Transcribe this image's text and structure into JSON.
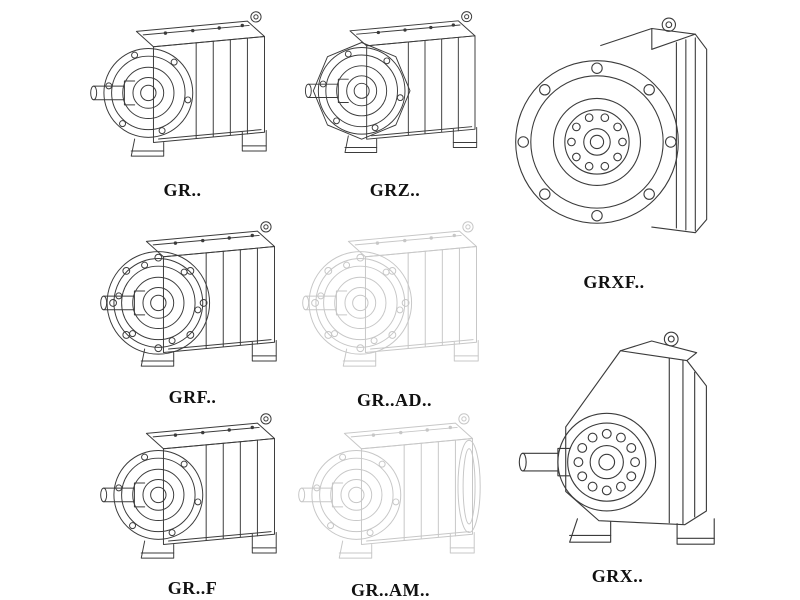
{
  "page": {
    "background": "#ffffff",
    "line_color": "#3b3b3b",
    "faint_line_color": "#c7c7c7",
    "label_color": "#111111"
  },
  "figures": {
    "gr": {
      "label": "GR..",
      "style": "solid",
      "drawing": "foot-mounted-gear-unit"
    },
    "grz": {
      "label": "GRZ..",
      "style": "solid",
      "drawing": "foot-mounted-gear-unit-octagonal-housing"
    },
    "grxf": {
      "label": "GRXF..",
      "style": "solid",
      "drawing": "flange-mounted-gear-unit-front-view"
    },
    "grf": {
      "label": "GRF..",
      "style": "solid",
      "drawing": "flange-mounted-gear-unit"
    },
    "gr_ad": {
      "label": "GR..AD..",
      "style": "faint",
      "drawing": "gear-unit-with-input-adapter"
    },
    "gr_f": {
      "label": "GR..F",
      "style": "solid",
      "drawing": "foot-mounted-gear-unit"
    },
    "gr_am": {
      "label": "GR..AM..",
      "style": "faint",
      "drawing": "gear-unit-with-motor-adapter-flange"
    },
    "grx": {
      "label": "GRX..",
      "style": "solid",
      "drawing": "large-foot-mounted-gear-unit"
    }
  }
}
